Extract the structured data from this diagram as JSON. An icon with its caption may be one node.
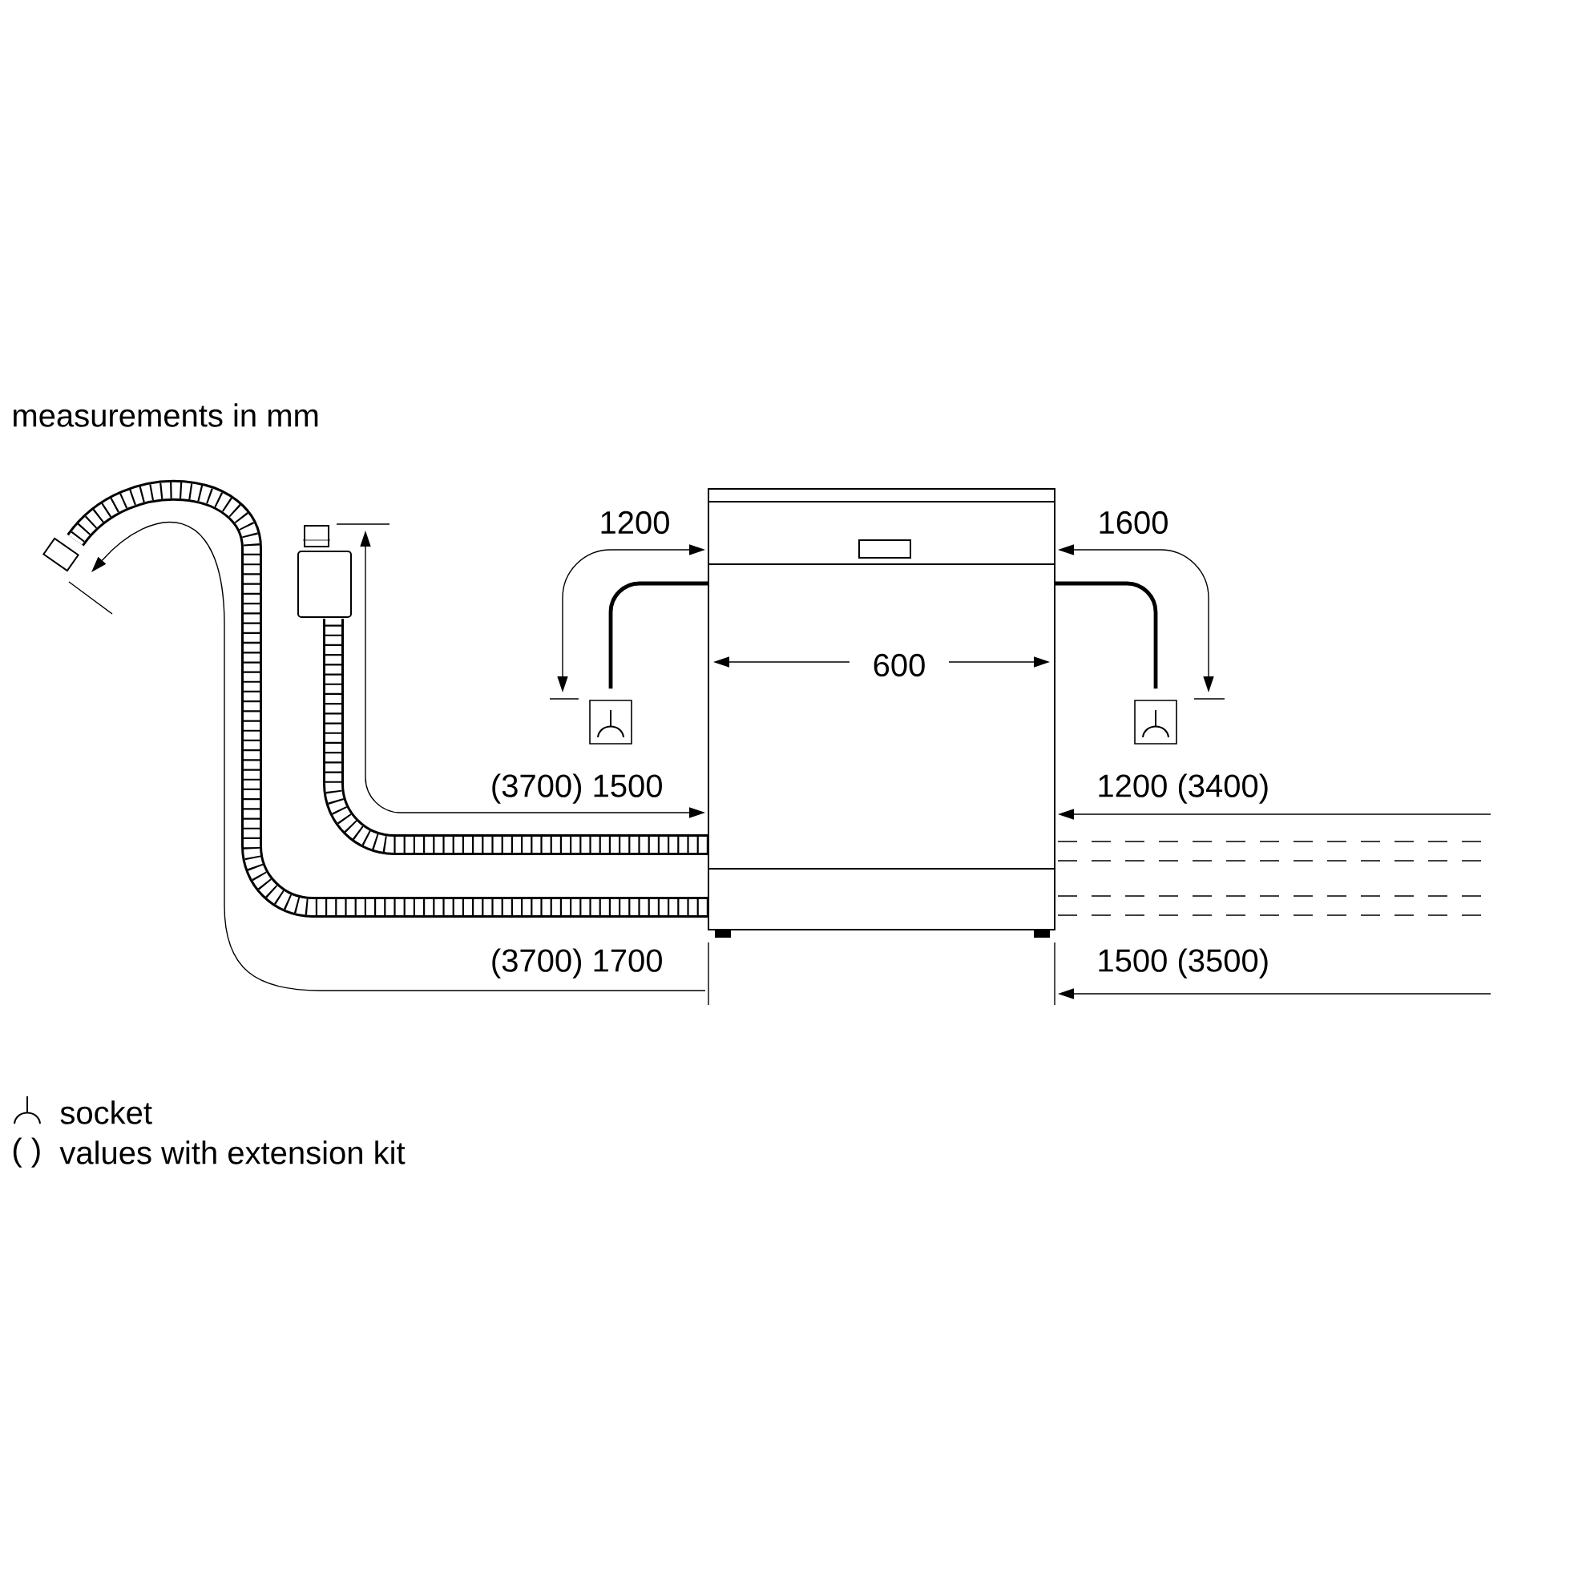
{
  "diagram": {
    "nodes": [
      {
        "text": [],
        "shape": "picture"
      },
      {
        "text": [],
        "shape": "box"
      },
      {
        "text": [],
        "shape": "box"
      }
    ],
    "edges": [
      {
        "from": 0,
        "to": 1,
        "arrow": "none"
      },
      {
        "from": 0,
        "to": 2,
        "arrow": "none"
      }
    ],
    "labels": [
      "measurements in mm",
      "1200",
      "1600",
      "600",
      "(3700) 1500",
      "1200 (3400)",
      "(3700) 1700",
      "1500 (3500)",
      "( )"
    ],
    "legend": [
      {
        "text": "socket"
      },
      {
        "text": "values with extension kit"
      }
    ]
  }
}
